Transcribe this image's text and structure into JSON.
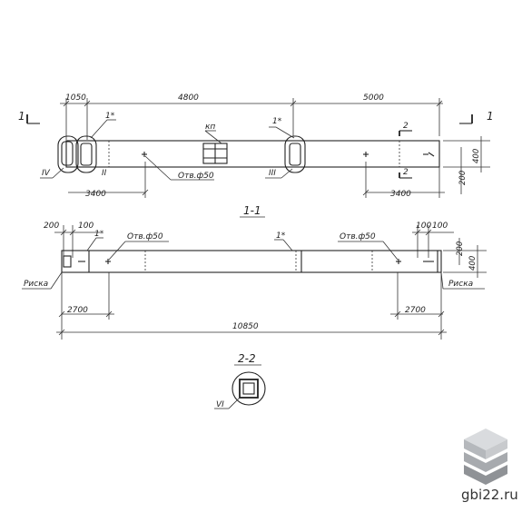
{
  "plan": {
    "section_mark_num": "1",
    "dims_top": [
      "1050",
      "4800",
      "5000"
    ],
    "dims_bottom": [
      "3400",
      "3400"
    ],
    "dim_right": [
      "200",
      "400"
    ],
    "callout_1": "1*",
    "callout_2": "1*",
    "callout_kp": "кп",
    "hole_label": "Отв.ф50",
    "section_2": "2",
    "roman_iv": "IV",
    "roman_ii": "II",
    "roman_iii": "III"
  },
  "section_1": {
    "title": "1-1",
    "dims_left": [
      "200",
      "100"
    ],
    "dims_right": [
      "100",
      "100"
    ],
    "dim_right_vert": [
      "200",
      "400"
    ],
    "callout_1": "1*",
    "callout_2": "1*",
    "hole_left": "Отв.ф50",
    "hole_right": "Отв.ф50",
    "mark_left": "Риска",
    "mark_right": "Риска",
    "dim_2700_left": "2700",
    "dim_2700_right": "2700",
    "dim_total": "10850"
  },
  "section_2": {
    "title": "2-2",
    "roman_vi": "VI"
  },
  "watermark": {
    "site": "gbi22.ru"
  }
}
